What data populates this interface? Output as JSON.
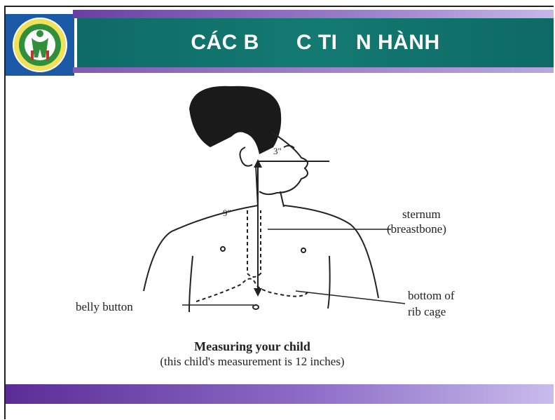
{
  "header": {
    "title": "CÁC B      C TI   N HÀNH"
  },
  "figure": {
    "labels": {
      "sternum": "sternum",
      "breastbone": "(breastbone)",
      "bottom_of": "bottom of",
      "rib_cage": "rib cage",
      "belly_button": "belly button",
      "chin_mark": "3\"",
      "chest_mark": "9\""
    },
    "caption_title": "Measuring your child",
    "caption_sub": "(this child's measurement is 12 inches)"
  },
  "colors": {
    "title_bar": "#0e6b66",
    "stripe": "#7e5bb5",
    "logo_bg": "#1c5aa8"
  }
}
